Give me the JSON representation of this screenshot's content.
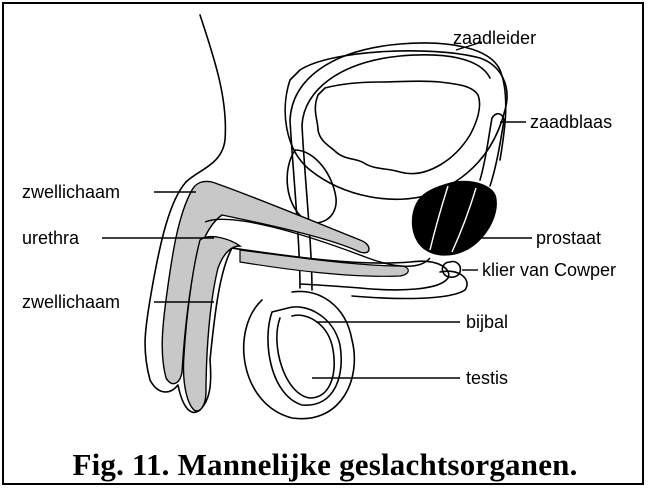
{
  "labels": {
    "vas_deferens": "zaadleider",
    "seminal_vesicle": "zaadblaas",
    "corpus_upper": "zwellichaam",
    "urethra": "urethra",
    "prostate": "prostaat",
    "cowper": "klier van Cowper",
    "corpus_lower": "zwellichaam",
    "epididymis": "bijbal",
    "testis": "testis"
  },
  "caption": "Fig. 11. Mannelijke geslachtsorganen.",
  "colors": {
    "outline": "#000000",
    "fill_grey": "#c8c8c8",
    "prostate": "#000000"
  }
}
